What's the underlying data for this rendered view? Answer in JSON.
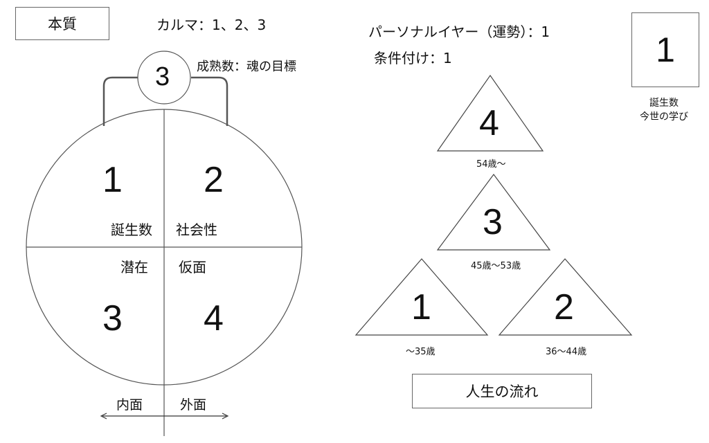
{
  "essence": {
    "title": "本質",
    "karma": "カルマ：1、2、3",
    "maturity": {
      "number": "3",
      "label": "成熟数：魂の目標"
    },
    "quadrants": [
      {
        "number": "1",
        "label": "誕生数"
      },
      {
        "number": "2",
        "label": "社会性"
      },
      {
        "number": "3",
        "label": "潜在"
      },
      {
        "number": "4",
        "label": "仮面"
      }
    ],
    "axis": {
      "inner": "内面",
      "outer": "外面"
    }
  },
  "fortune": {
    "personal_year": "パーソナルイヤー（運勢）：1",
    "conditioning": "条件付け：1",
    "birth_number": {
      "number": "1",
      "label_line1": "誕生数",
      "label_line2": "今世の学び"
    },
    "life_flow_title": "人生の流れ",
    "triangles": [
      {
        "number": "4",
        "age": "54歳〜"
      },
      {
        "number": "3",
        "age": "45歳〜53歳"
      },
      {
        "number": "1",
        "age": "〜35歳"
      },
      {
        "number": "2",
        "age": "36〜44歳"
      }
    ]
  }
}
